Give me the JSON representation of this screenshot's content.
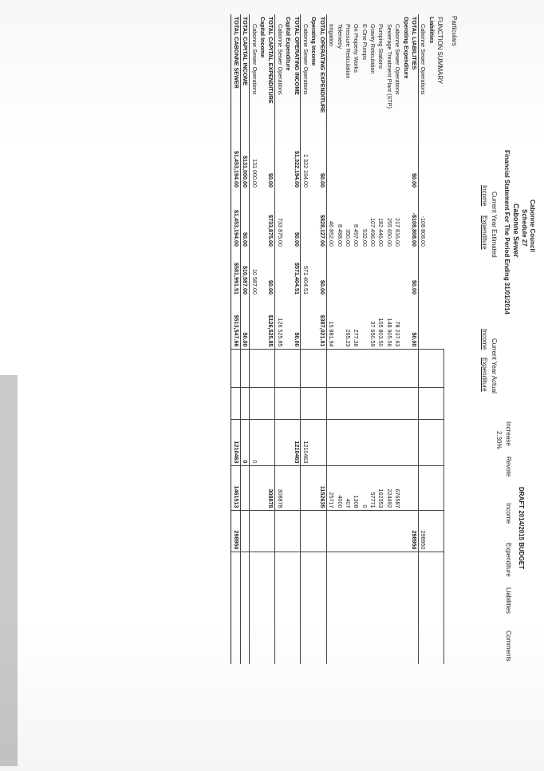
{
  "header": {
    "council": "Cabonne Council",
    "schedule": "Schedule 27",
    "fund": "Cabonne Sewer",
    "statement": "Financial Statement For The Period Ending 31/01/2014",
    "estimated_group": "Current Year Estimated",
    "actual_group": "Current Year Actual",
    "income_label": "Income",
    "expenditure_label": "Expenditure",
    "draft_title": "DRAFT 2014/2015 BUDGET",
    "particulars_label": "Particulars"
  },
  "draft_columns": {
    "increase": "Increase",
    "revote": "Revote",
    "income": "Income",
    "expenditure": "Expenditure",
    "liabilities": "Liabilities",
    "comments": "Comments",
    "increase_value": "2.30%"
  },
  "rows": [
    {
      "label": "FUNCTION SUMMARY",
      "type": "section",
      "est_inc": "",
      "est_exp": "",
      "act_inc": "",
      "act_exp": "",
      "d_inc": "",
      "d_exp": "",
      "d_liab": ""
    },
    {
      "label": "Liabilities",
      "type": "head",
      "est_inc": "",
      "est_exp": "",
      "act_inc": "",
      "act_exp": "",
      "d_inc": "",
      "d_exp": "",
      "d_liab": ""
    },
    {
      "label": "Cabonne Sewer Operations",
      "type": "item",
      "est_inc": "",
      "est_exp": "-108 808.00",
      "act_inc": "",
      "act_exp": "",
      "d_inc": "",
      "d_exp": "",
      "d_liab": "298950"
    },
    {
      "label": "TOTAL LIABILITIES",
      "type": "total",
      "est_inc": "$0.00",
      "est_exp": "-$108,808.00",
      "act_inc": "$0.00",
      "act_exp": "$0.00",
      "d_inc": "",
      "d_exp": "",
      "d_liab": "298950"
    },
    {
      "label": "Operating Expenditure",
      "type": "head",
      "est_inc": "",
      "est_exp": "",
      "act_inc": "",
      "act_exp": "",
      "d_inc": "",
      "d_exp": "",
      "d_liab": ""
    },
    {
      "label": "Cabonne Sewer Operations",
      "type": "item",
      "est_inc": "",
      "est_exp": "217 816.00",
      "act_inc": "",
      "act_exp": "78 237.63",
      "d_inc": "",
      "d_exp": "676587",
      "d_liab": ""
    },
    {
      "label": "Sewerage Treatment Plant (STP)",
      "type": "item",
      "est_inc": "",
      "est_exp": "255 650.00",
      "act_inc": "",
      "act_exp": "148 905.56",
      "d_inc": "",
      "d_exp": "224492",
      "d_liab": ""
    },
    {
      "label": "Pumping Stations",
      "type": "item",
      "est_inc": "",
      "est_exp": "182 446.00",
      "act_inc": "",
      "act_exp": "105 803.50",
      "d_inc": "",
      "d_exp": "162353",
      "d_liab": ""
    },
    {
      "label": "Gravity Reticulation",
      "type": "item",
      "est_inc": "",
      "est_exp": "107 496.00",
      "act_inc": "",
      "act_exp": "37 650.59",
      "d_inc": "",
      "d_exp": "57771",
      "d_liab": ""
    },
    {
      "label": "E-One Pumps",
      "type": "item",
      "est_inc": "",
      "est_exp": "532.00",
      "act_inc": "",
      "act_exp": "",
      "d_inc": "",
      "d_exp": "0",
      "d_liab": ""
    },
    {
      "label": "On Property Works",
      "type": "item",
      "est_inc": "",
      "est_exp": "8 497.00",
      "act_inc": "",
      "act_exp": "277.36",
      "d_inc": "",
      "d_exp": "1308",
      "d_liab": ""
    },
    {
      "label": "Pressure Reticulation",
      "type": "item",
      "est_inc": "",
      "est_exp": "350.00",
      "act_inc": "",
      "act_exp": "265.23",
      "d_inc": "",
      "d_exp": "407",
      "d_liab": ""
    },
    {
      "label": "Telemetry",
      "type": "item",
      "est_inc": "",
      "est_exp": "8 488.00",
      "act_inc": "",
      "act_exp": "",
      "d_inc": "",
      "d_exp": "4000",
      "d_liab": ""
    },
    {
      "label": "Irrigation",
      "type": "item",
      "est_inc": "",
      "est_exp": "46 852.00",
      "act_inc": "",
      "act_exp": "15 881.94",
      "d_inc": "",
      "d_exp": "25717",
      "d_liab": ""
    },
    {
      "label": "TOTAL OPERATING EXPENDITURE",
      "type": "total",
      "est_inc": "$0.00",
      "est_exp": "$828,127.00",
      "act_inc": "$0.00",
      "act_exp": "$387,021.81",
      "d_inc": "",
      "d_exp": "1152635",
      "d_liab": ""
    },
    {
      "label": "Operating Income",
      "type": "head",
      "est_inc": "",
      "est_exp": "",
      "act_inc": "",
      "act_exp": "",
      "d_inc": "",
      "d_exp": "",
      "d_liab": ""
    },
    {
      "label": "Cabonne Sewer Operations",
      "type": "item",
      "est_inc": "1 322 194.00",
      "est_exp": "",
      "act_inc": "571 404.51",
      "act_exp": "",
      "d_inc": "1210463",
      "d_exp": "",
      "d_liab": ""
    },
    {
      "label": "TOTAL OPERATING INCOME",
      "type": "total",
      "est_inc": "$1,322,194.00",
      "est_exp": "$0.00",
      "act_inc": "$571,404.51",
      "act_exp": "$0.00",
      "d_inc": "1210463",
      "d_exp": "",
      "d_liab": ""
    },
    {
      "label": "Capital Expenditure",
      "type": "head",
      "est_inc": "",
      "est_exp": "",
      "act_inc": "",
      "act_exp": "",
      "d_inc": "",
      "d_exp": "",
      "d_liab": ""
    },
    {
      "label": "Cabonne Sewer Operations",
      "type": "item",
      "est_inc": "",
      "est_exp": "733 875.00",
      "act_inc": "",
      "act_exp": "126 525.85",
      "d_inc": "",
      "d_exp": "308878",
      "d_liab": ""
    },
    {
      "label": "TOTAL CAPITAL EXPENDITURE",
      "type": "total",
      "est_inc": "$0.00",
      "est_exp": "$733,875.00",
      "act_inc": "$0.00",
      "act_exp": "$126,525.85",
      "d_inc": "",
      "d_exp": "308878",
      "d_liab": ""
    },
    {
      "label": "Capital Income",
      "type": "head",
      "est_inc": "",
      "est_exp": "",
      "act_inc": "",
      "act_exp": "",
      "d_inc": "",
      "d_exp": "",
      "d_liab": ""
    },
    {
      "label": "Cabonne Sewer Operations",
      "type": "item",
      "est_inc": "131 000.00",
      "est_exp": "",
      "act_inc": "10 587.00",
      "act_exp": "",
      "d_inc": "0",
      "d_exp": "",
      "d_liab": ""
    },
    {
      "label": "TOTAL CAPITAL INCOME",
      "type": "total",
      "est_inc": "$131,000.00",
      "est_exp": "$0.00",
      "act_inc": "$10,587.00",
      "act_exp": "$0.00",
      "d_inc": "0",
      "d_exp": "",
      "d_liab": ""
    },
    {
      "label": "TOTAL CABONNE SEWER",
      "type": "grand",
      "est_inc": "$1,453,194.00",
      "est_exp": "$1,453,194.00",
      "act_inc": "$581,991.51",
      "act_exp": "$513,547.66",
      "d_inc": "1210463",
      "d_exp": "1461513",
      "d_liab": "298950"
    }
  ]
}
